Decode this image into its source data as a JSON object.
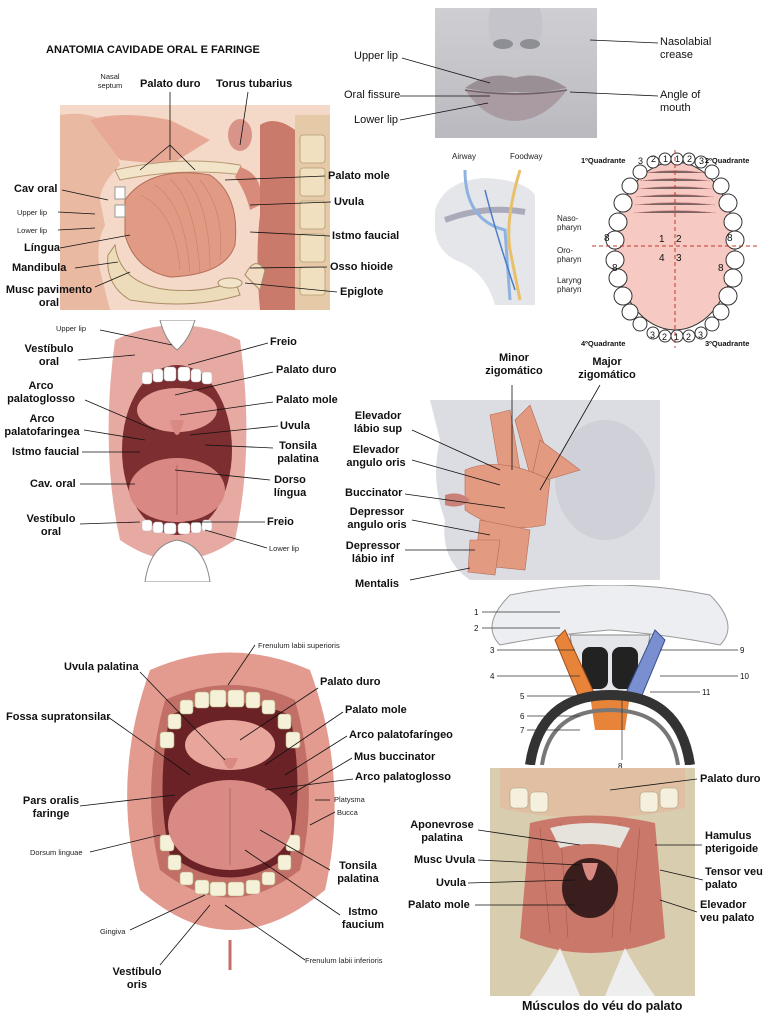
{
  "page_title": "ANATOMIA CAVIDADE ORAL E FARINGE",
  "sagittal": {
    "labels": {
      "nasal_septum": "Nasal septum",
      "palato_duro": "Palato duro",
      "torus_tubarius": "Torus tubarius",
      "cav_oral": "Cav oral",
      "upper_lip": "Upper lip",
      "lower_lip": "Lower lip",
      "lingua": "Língua",
      "mandibula": "Mandibula",
      "musc_pavimento_oral": "Musc pavimento oral",
      "palato_mole": "Palato mole",
      "uvula": "Uvula",
      "istmo_faucial": "Istmo faucial",
      "osso_hioide": "Osso hioide",
      "epiglote": "Epiglote"
    }
  },
  "lips": {
    "labels": {
      "upper_lip": "Upper lip",
      "oral_fissure": "Oral fissure",
      "lower_lip": "Lower lip",
      "nasolabial_crease": "Nasolabial crease",
      "angle_of_mouth": "Angle of mouth"
    }
  },
  "airway": {
    "labels": {
      "airway": "Airway",
      "foodway": "Foodway",
      "naso": "Naso-pharynx",
      "oro": "Oro-pharynx",
      "laryngo": "Laryngo-pharynx"
    }
  },
  "dental": {
    "q1": "1ºQuadrante",
    "q2": "2ºQuadrante",
    "q3": "3ºQuadrante",
    "q4": "4ºQuadrante",
    "center_1": "1",
    "center_2": "2",
    "center_3": "3",
    "center_4": "4",
    "upper_left_nums": [
      "3",
      "2",
      "1"
    ],
    "upper_right_nums": [
      "1",
      "2",
      "3"
    ],
    "lower_left_nums": [
      "3",
      "2",
      "1"
    ],
    "lower_right_nums": [
      "1",
      "2",
      "3"
    ],
    "eight_upper_left": "8",
    "eight_upper_right": "8",
    "eight_lower_left": "8",
    "eight_lower_right": "8"
  },
  "mouth_front": {
    "labels": {
      "upper_lip": "Upper lip",
      "vestibulo_oral_top": "Vestíbulo oral",
      "freio_top": "Freio",
      "palato_duro": "Palato duro",
      "arco_palatoglosso": "Arco palatoglosso",
      "palato_mole": "Palato mole",
      "arco_palatofaringea": "Arco palatofaringea",
      "uvula": "Uvula",
      "istmo_faucial": "Istmo faucial",
      "tonsila_palatina": "Tonsila palatina",
      "cav_oral": "Cav. oral",
      "dorso_lingua": "Dorso língua",
      "vestibulo_oral_bottom": "Vestíbulo oral",
      "freio_bottom": "Freio",
      "lower_lip": "Lower lip"
    }
  },
  "face_muscles": {
    "labels": {
      "minor_zigomatico": "Minor zigomático",
      "major_zigomatico": "Major zigomático",
      "elevador_labio_sup": "Elevador lábio sup",
      "elevador_angulo_oris": "Elevador angulo oris",
      "buccinator": "Buccinator",
      "depressor_angulo_oris": "Depressor angulo oris",
      "depressor_labio_inf": "Depressor lábio inf",
      "mentalis": "Mentalis"
    }
  },
  "open_mouth": {
    "labels": {
      "frenulum_superioris": "Frenulum labii superioris",
      "uvula_palatina": "Uvula palatina",
      "palato_duro": "Palato duro",
      "fossa_supratonsilar": "Fossa supratonsilar",
      "palato_mole": "Palato mole",
      "arco_palatofaringeo": "Arco palatofaríngeo",
      "mus_buccinator": "Mus buccinator",
      "arco_palatoglosso": "Arco palatoglosso",
      "pars_oralis_faringe": "Pars oralis faringe",
      "platysma": "Platysma",
      "bucca": "Bucca",
      "dorsum_linguae": "Dorsum linguae",
      "tonsila_palatina": "Tonsila palatina",
      "istmo_faucium": "Istmo faucium",
      "gingiva": "Gingiva",
      "vestibulo_oris": "Vestíbulo oris",
      "frenulum_inferioris": "Frenulum labii inferioris"
    }
  },
  "skull_base": {
    "numbers": [
      "1",
      "2",
      "3",
      "4",
      "5",
      "6",
      "7",
      "8",
      "9",
      "10",
      "11"
    ]
  },
  "veu_palato": {
    "labels": {
      "palato_duro": "Palato duro",
      "aponevrose_palatina": "Aponevrose palatina",
      "hamulus_pterigoide": "Hamulus pterigoide",
      "musc_uvula": "Musc Uvula",
      "tensor_veu_palato": "Tensor veu palato",
      "uvula": "Uvula",
      "palato_mole": "Palato mole",
      "elevador_veu_palato": "Elevador veu palato"
    },
    "caption": "Músculos do véu do palato"
  },
  "colors": {
    "flesh": "#e8a090",
    "muscle": "#d9826f",
    "dental_fill": "#f6c9c2",
    "quadrant_line": "#c0392b",
    "bone": "#e8dcc0",
    "mucosa": "#d97a78",
    "dark_cavity": "#5a1e22",
    "blue_muscle": "#7a8fd0",
    "orange_muscle": "#e8833a"
  }
}
